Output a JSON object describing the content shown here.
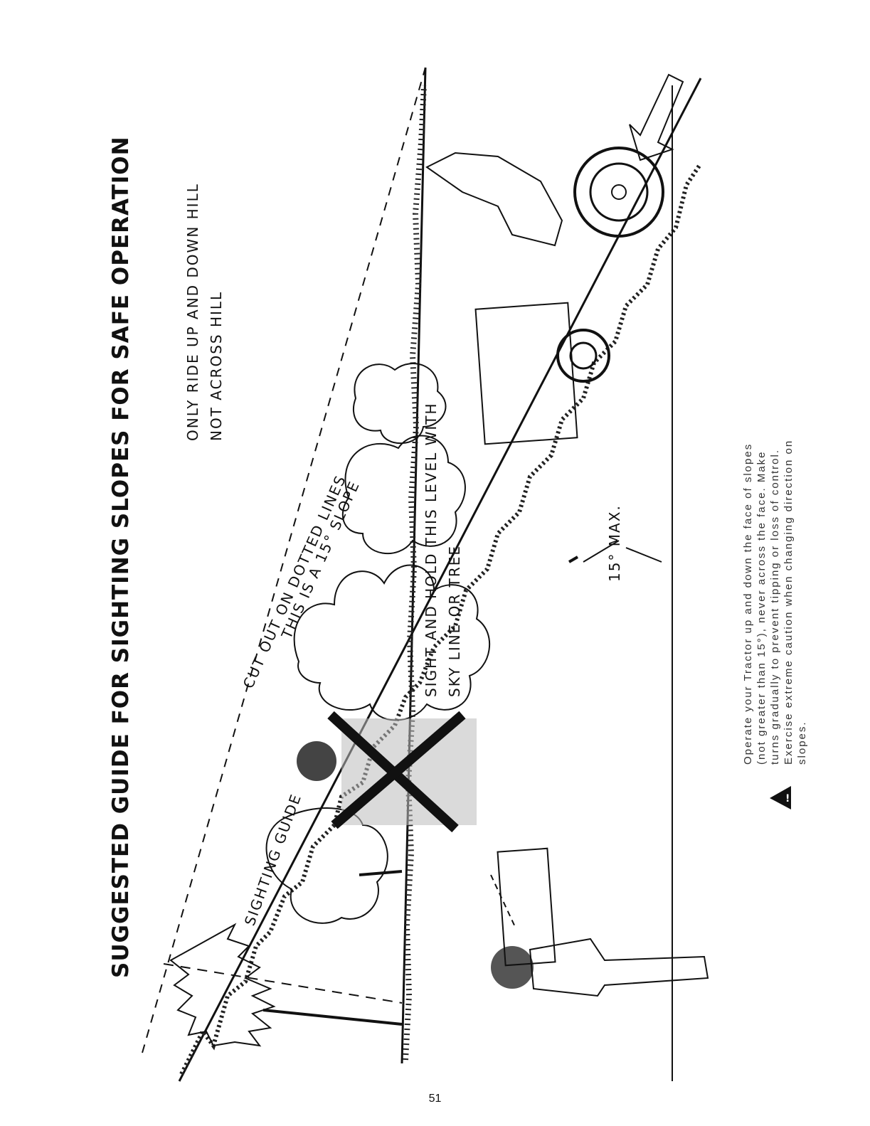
{
  "title": "SUGGESTED GUIDE FOR SIGHTING SLOPES FOR SAFE OPERATION",
  "instruction": {
    "line1": "ONLY RIDE UP AND DOWN HILL",
    "line2": "NOT ACROSS HILL"
  },
  "cut_out": "CUT OUT ON DOTTED LINES",
  "slope_label": "THIS IS A 15° SLOPE",
  "sighting_guide": "SIGHTING GUIDE",
  "sight_hold": {
    "line1": "SIGHT AND HOLD THIS LEVEL WITH",
    "line2": "SKY LINE OR TREE"
  },
  "max_angle": "15° MAX.",
  "warning": {
    "icon": "warning-triangle-icon",
    "text": "Operate your Tractor up and down the face of slopes (not greater than 15°), never across the face. Make turns gradually to prevent tipping or loss of control. Exercise extreme caution when changing direction on slopes."
  },
  "page_number": "51"
}
